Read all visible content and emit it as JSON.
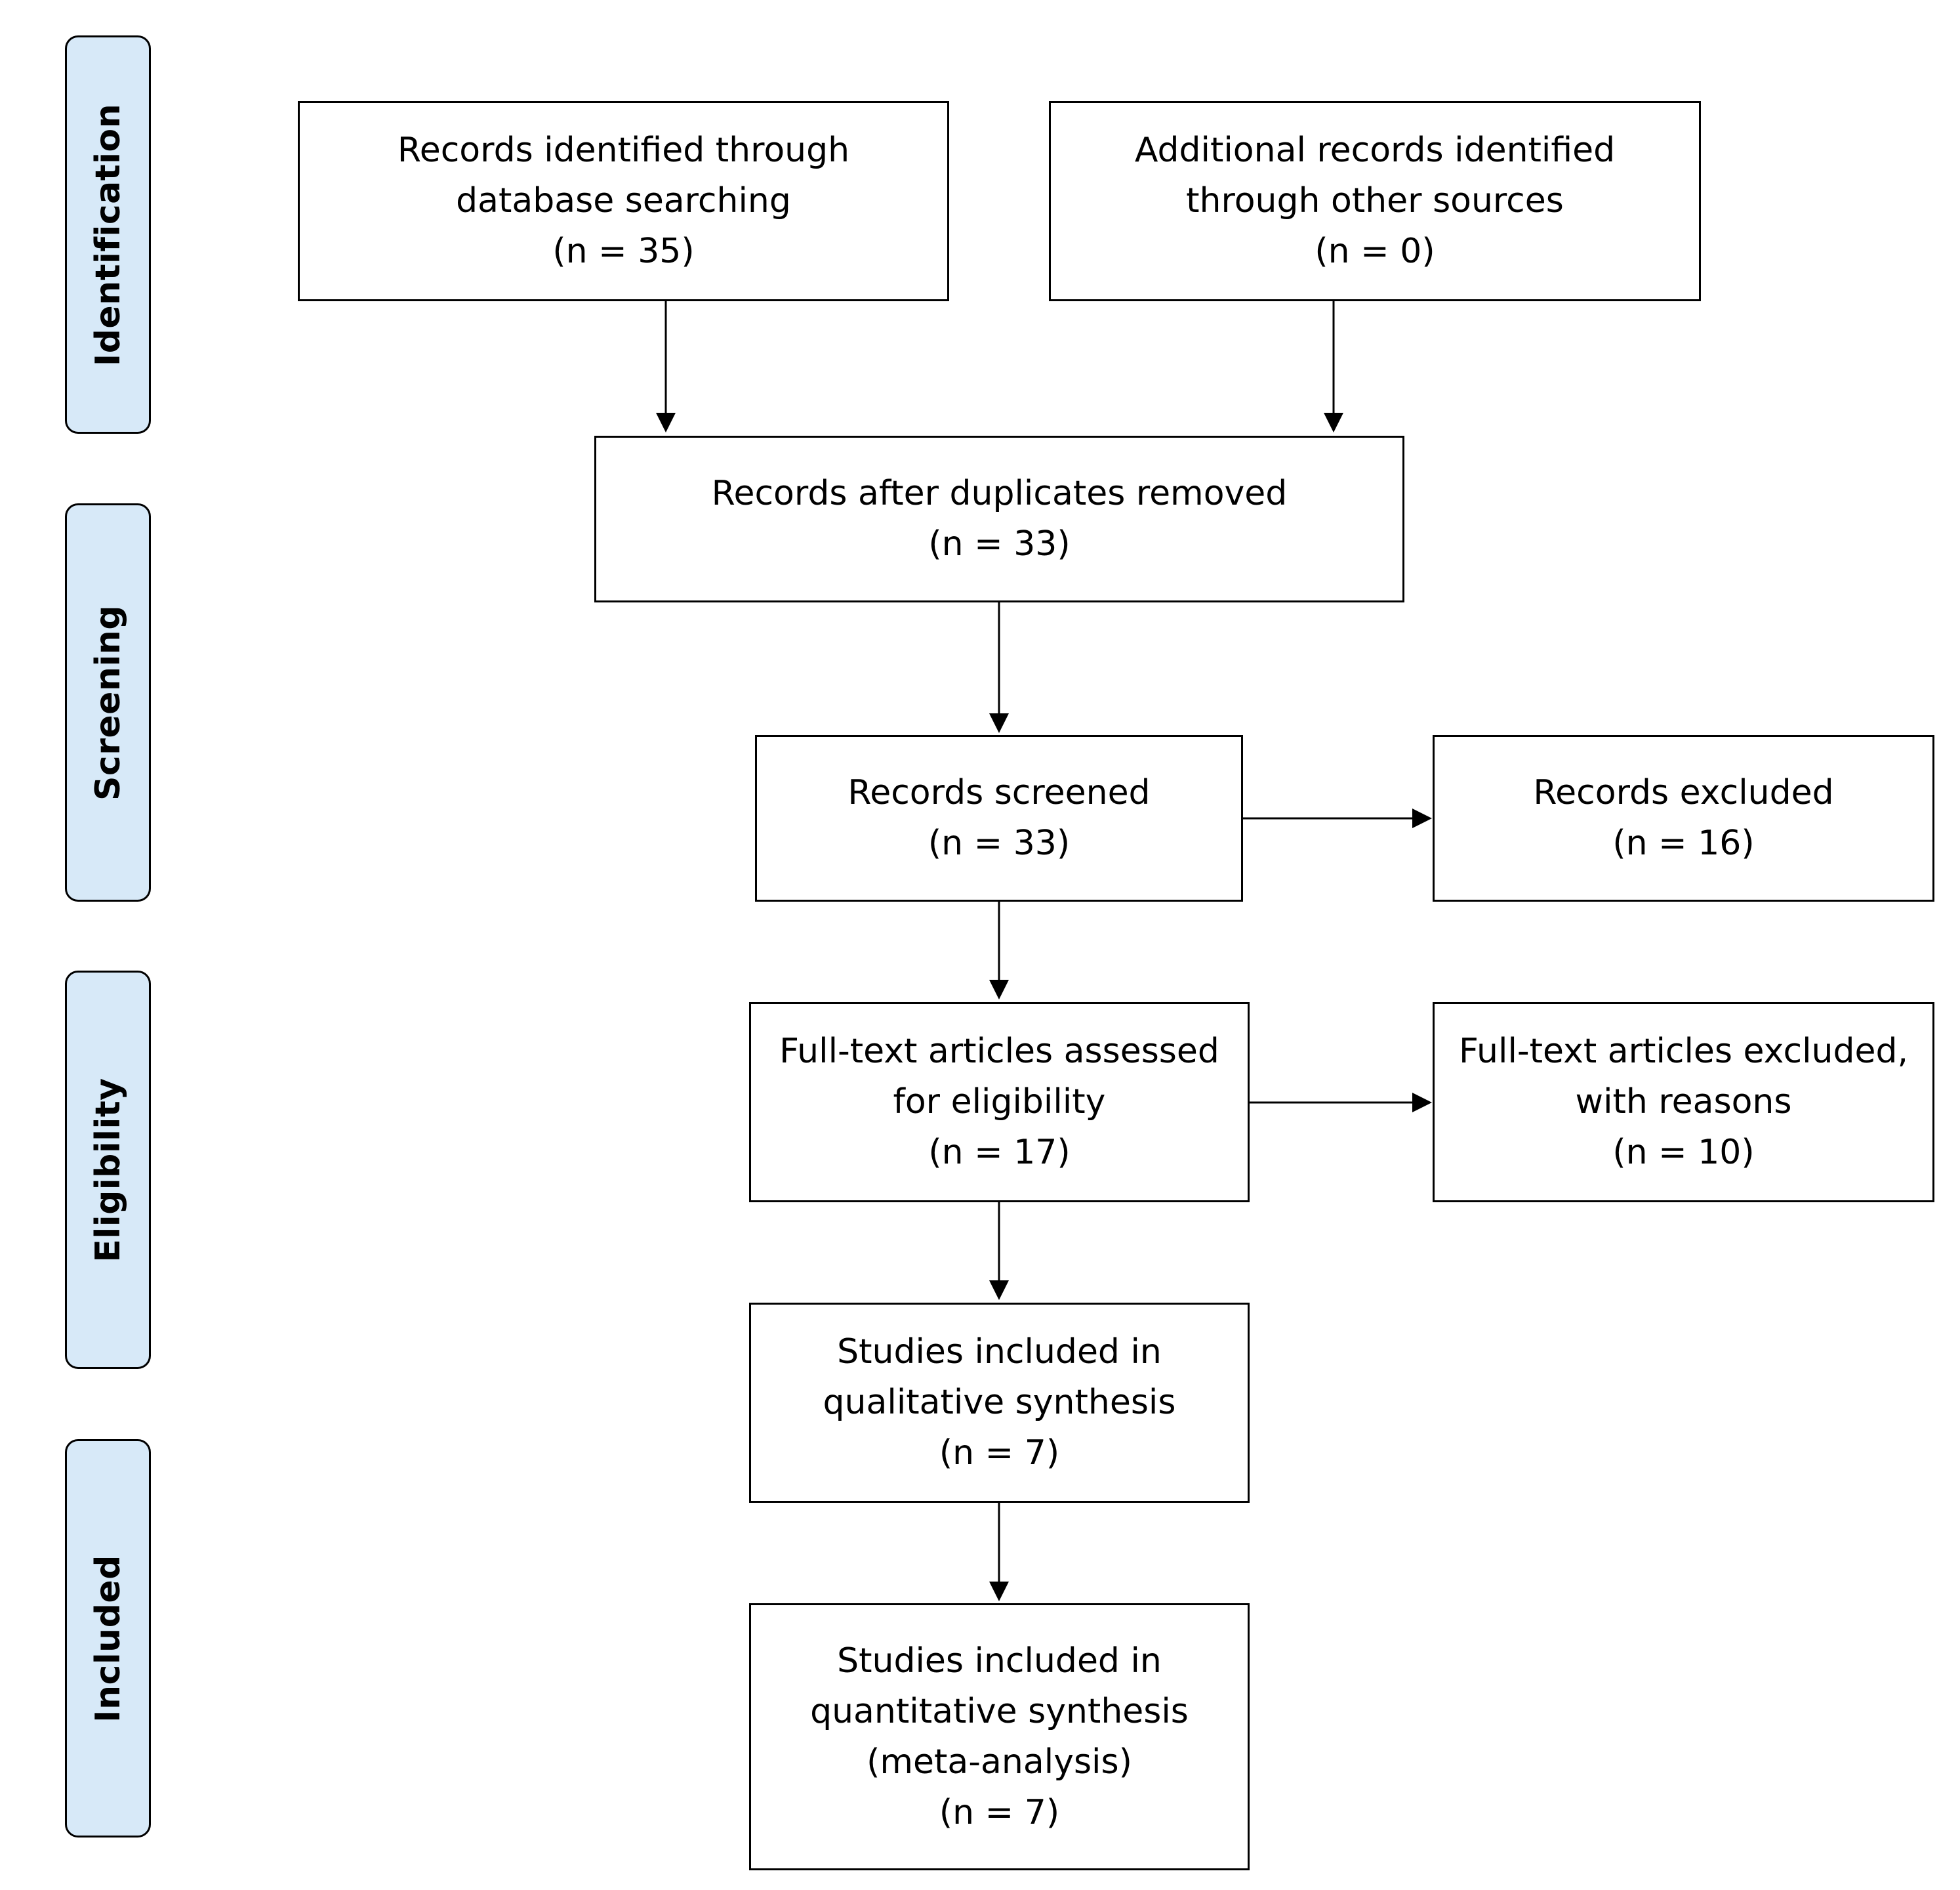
{
  "phases": [
    {
      "id": "identification",
      "label": "Identification"
    },
    {
      "id": "screening",
      "label": "Screening"
    },
    {
      "id": "eligibility",
      "label": "Eligibility"
    },
    {
      "id": "included",
      "label": "Included"
    }
  ],
  "boxes": {
    "database_records": [
      "Records identified through",
      "database searching",
      "(n = 35)"
    ],
    "other_records": [
      "Additional records identified",
      "through other sources",
      "(n = 0)"
    ],
    "after_duplicates": [
      "Records after duplicates removed",
      "(n = 33)"
    ],
    "screened": [
      "Records screened",
      "(n = 33)"
    ],
    "excluded": [
      "Records excluded",
      "(n = 16)"
    ],
    "fulltext_assessed": [
      "Full-text articles assessed",
      "for eligibility",
      "(n = 17)"
    ],
    "fulltext_excluded": [
      "Full-text articles excluded,",
      "with reasons",
      "(n = 10)"
    ],
    "qualitative": [
      "Studies included in",
      "qualitative synthesis",
      "(n = 7)"
    ],
    "quantitative": [
      "Studies included in",
      "quantitative synthesis",
      "(meta-analysis)",
      "(n = 7)"
    ]
  },
  "colors": {
    "phase_fill": "#d7e9f8",
    "stroke": "#000000"
  }
}
